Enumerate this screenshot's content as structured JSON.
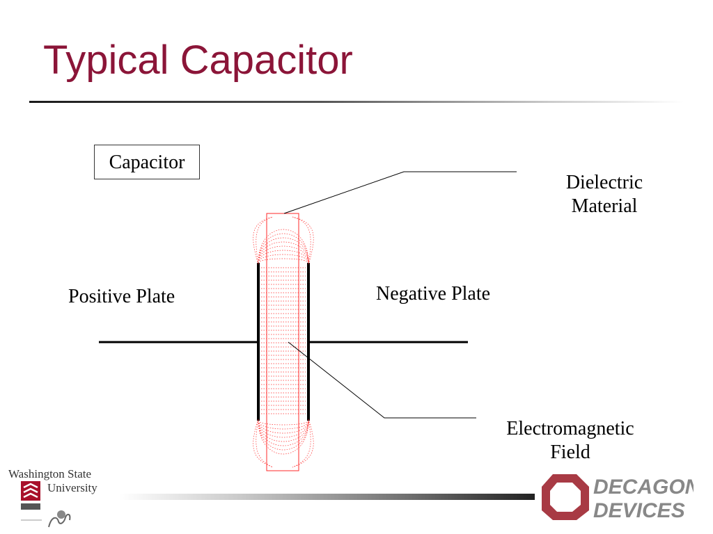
{
  "slide": {
    "title": "Typical Capacitor"
  },
  "diagram": {
    "component_label": "Capacitor",
    "labels": {
      "positive_plate": "Positive Plate",
      "negative_plate": "Negative Plate",
      "dielectric_line1": "Dielectric",
      "dielectric_line2": "Material",
      "field_line1": "Electromagnetic",
      "field_line2": "Field"
    },
    "colors": {
      "field_lines": "#ff2a2a",
      "conductor": "#000000"
    }
  },
  "branding": {
    "university_line1": "Washington State",
    "university_line2": "University",
    "company_line1": "DECAGON",
    "company_line2": "DEVICES",
    "title_color": "#8b1538",
    "brand_color": "#a83a44"
  }
}
